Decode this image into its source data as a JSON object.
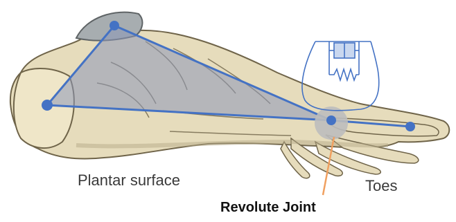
{
  "labels": {
    "plantar_surface": "Plantar surface",
    "toes": "Toes",
    "revolute_joint": "Revolute Joint"
  },
  "colors": {
    "model_line": "#4472c4",
    "model_fill": "#8c97b8",
    "joint_circle": "#bcbcbc",
    "pointer_arrow": "#f0a060",
    "bone": "#e6dcbc",
    "bone_outline": "#6f6449",
    "bone_shadow": "#b5a987"
  },
  "icons": {
    "joint": "revolute-joint-circle",
    "spring_damper": "spring-damper-symbol"
  }
}
